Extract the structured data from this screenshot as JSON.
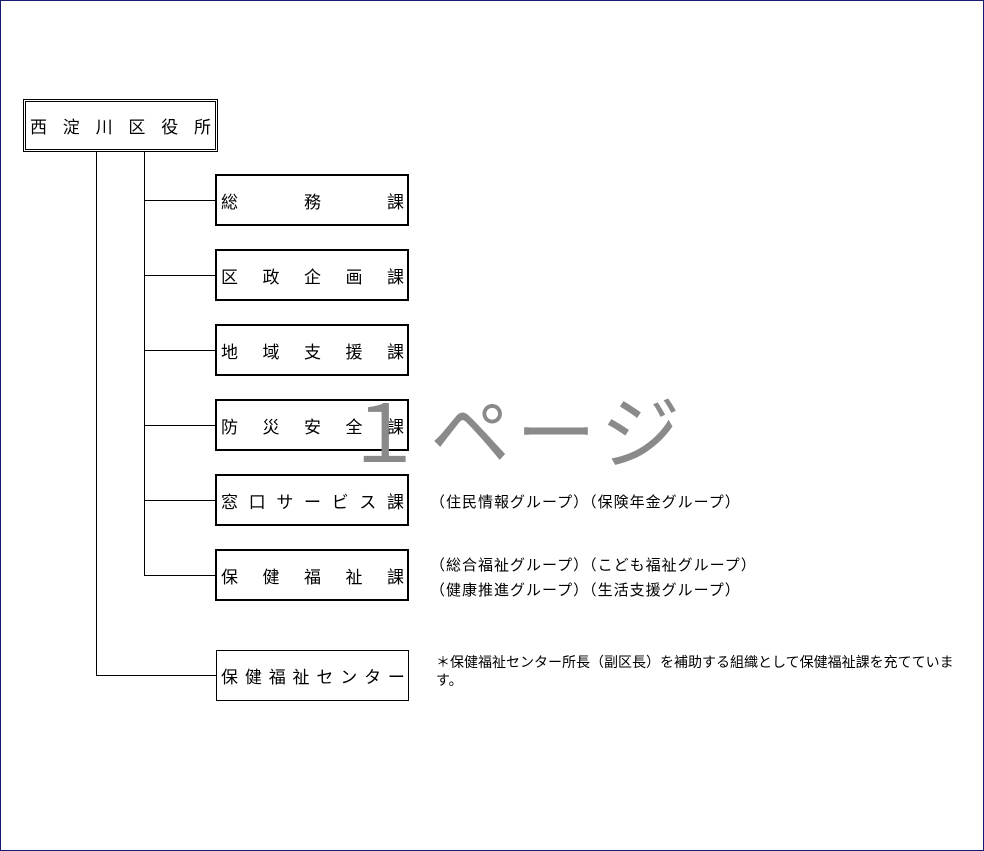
{
  "root": {
    "chars": [
      "西",
      "淀",
      "川",
      "区",
      "役",
      "所"
    ]
  },
  "departments": [
    {
      "chars": [
        "総",
        "務",
        "課"
      ]
    },
    {
      "chars": [
        "区",
        "政",
        "企",
        "画",
        "課"
      ]
    },
    {
      "chars": [
        "地",
        "域",
        "支",
        "援",
        "課"
      ]
    },
    {
      "chars": [
        "防",
        "災",
        "安",
        "全",
        "課"
      ]
    },
    {
      "chars": [
        "窓",
        "口",
        "サ",
        "ー",
        "ビ",
        "ス",
        "課"
      ]
    },
    {
      "chars": [
        "保",
        "健",
        "福",
        "祉",
        "課"
      ]
    }
  ],
  "center": {
    "chars": [
      "保",
      "健",
      "福",
      "祉",
      "セ",
      "ン",
      "タ",
      "ー"
    ]
  },
  "notes": {
    "madoguchi": "（住民情報グループ）（保険年金グループ）",
    "hoken_line1": "（総合福祉グループ）（こども福祉グループ）",
    "hoken_line2": "（健康推進グループ）（生活支援グループ）",
    "center_note": "＊保健福祉センター所長（副区長）を補助する組織として保健福祉課を充てています。"
  },
  "watermark": "１ページ"
}
